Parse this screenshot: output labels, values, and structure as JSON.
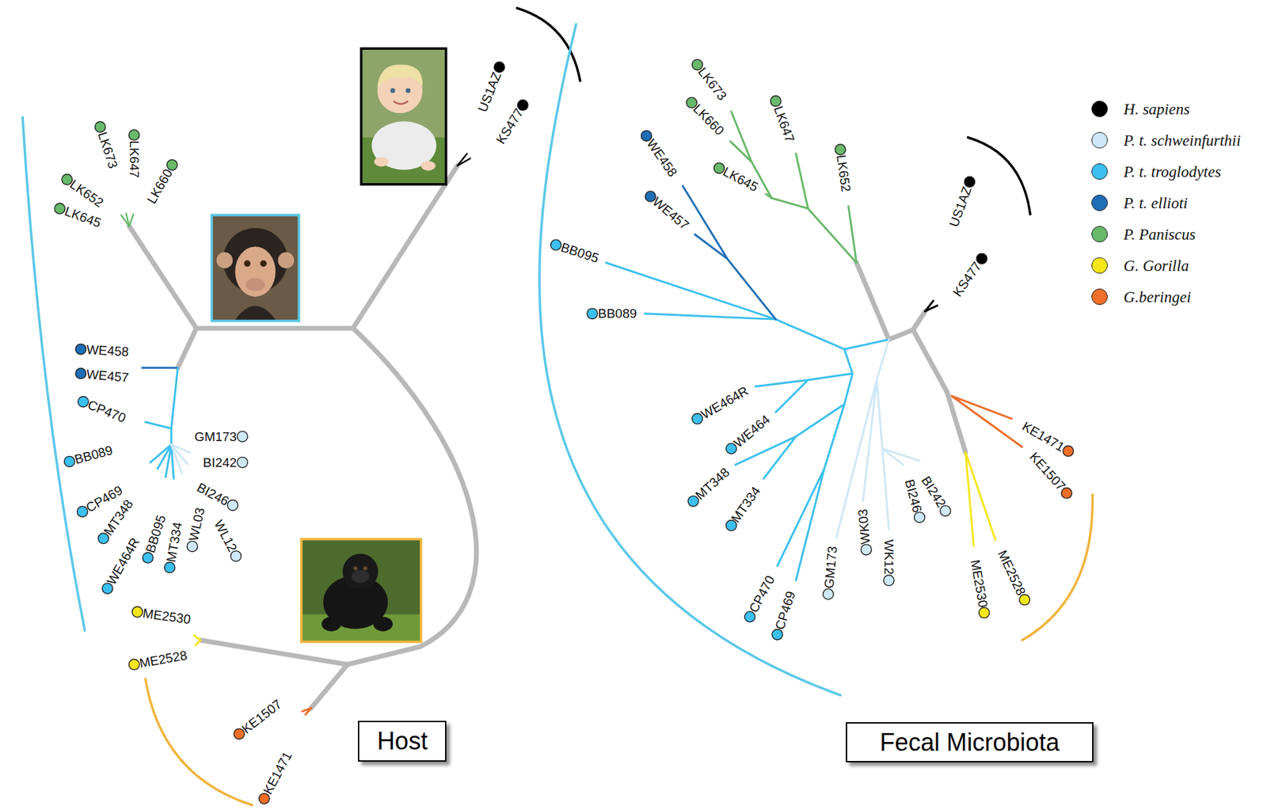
{
  "diagram": {
    "nodes": [
      {
        "text": [
          "Host"
        ]
      },
      {
        "text": [
          "Fecal Microbiota"
        ]
      }
    ],
    "labels": [
      "LK673",
      "LK647",
      "LK660",
      "LK652",
      "LK645",
      "US1AZ",
      "KS477",
      "WE458",
      "WE457",
      "CP470",
      "BB089",
      "GM173",
      "BI242",
      "CP469",
      "MT348",
      "WE464R",
      "BB095",
      "MT334",
      "BI246",
      "WL03",
      "WL12",
      "ME2530",
      "ME2528",
      "KE1507",
      "KE1471",
      "LK673",
      "LK660",
      "LK647",
      "LK645",
      "LK652",
      "WE458",
      "WE457",
      "BB095",
      "BB089",
      "US1AZ",
      "KS477",
      "WE464R",
      "WE464",
      "MT348",
      "MT334",
      "CP470",
      "CP469",
      "GM173",
      "WK03",
      "WK12",
      "BI246",
      "BI242",
      "KE1471",
      "KE1507",
      "ME2530",
      "ME2528"
    ],
    "legend": [
      {
        "text": "H. sapiens",
        "color": "#000000"
      },
      {
        "text": "P. t. schweinfurthii",
        "color": "#cfe8f7"
      },
      {
        "text": "P. t. troglodytes",
        "color": "#3cc0ef"
      },
      {
        "text": "P. t. ellioti",
        "color": "#1e6eb5"
      },
      {
        "text": "P. Paniscus",
        "color": "#68b96a"
      },
      {
        "text": "G. Gorilla",
        "color": "#f5e61a"
      },
      {
        "text": "G.beringei",
        "color": "#ee6e2a"
      }
    ]
  }
}
